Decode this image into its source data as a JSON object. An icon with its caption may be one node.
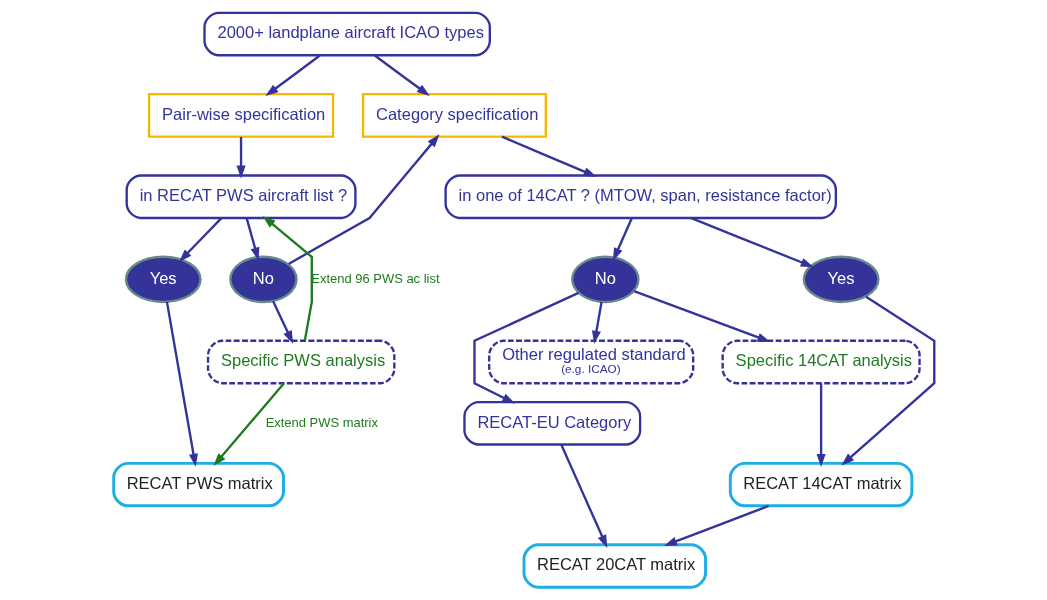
{
  "diagram": {
    "nodes": [
      {
        "text": [
          "2000+ landplane aircraft ICAO types"
        ]
      },
      {
        "text": [
          "in RECAT PWS aircraft list ?"
        ]
      },
      {
        "text": [
          "Pair-wise specification"
        ]
      },
      {
        "text": [
          "Category specification"
        ]
      },
      {
        "text": [
          "in one of 14CAT ? (MTOW, span, resistance factor)"
        ]
      },
      {
        "text": [
          "Yes"
        ]
      },
      {
        "text": [
          "No"
        ]
      },
      {
        "text": [
          "Yes"
        ]
      },
      {
        "text": [
          "No"
        ]
      },
      {
        "text": [
          "Specific 14CAT analysis"
        ]
      },
      {
        "text": [
          "RECAT 14CAT matrix"
        ]
      },
      {
        "text": [
          "RECAT-EU Category"
        ]
      },
      {
        "text": [
          "Other regulated standard",
          "(e.g. ICAO)"
        ]
      },
      {
        "text": [
          "RECAT PWS matrix"
        ]
      },
      {
        "text": [
          "Specific PWS analysis"
        ]
      },
      {
        "text": [
          "RECAT 20CAT matrix"
        ]
      }
    ],
    "edges": [
      {
        "from": 0,
        "to": 2,
        "arrow": "to"
      },
      {
        "from": 0,
        "to": 3,
        "arrow": "to"
      },
      {
        "from": 2,
        "to": 1,
        "arrow": "to"
      },
      {
        "from": 3,
        "to": 4,
        "arrow": "to"
      },
      {
        "from": 1,
        "to": 5,
        "arrow": "to"
      },
      {
        "from": 1,
        "to": 6,
        "arrow": "to"
      },
      {
        "from": 6,
        "to": 3,
        "arrow": "to"
      },
      {
        "from": 4,
        "to": 7,
        "arrow": "to"
      },
      {
        "from": 4,
        "to": 8,
        "arrow": "to"
      },
      {
        "from": 7,
        "to": 10,
        "arrow": "to"
      },
      {
        "from": 8,
        "to": 9,
        "arrow": "to"
      },
      {
        "from": 8,
        "to": 11,
        "arrow": "to"
      },
      {
        "from": 8,
        "to": 12,
        "arrow": "to"
      },
      {
        "from": 9,
        "to": 10,
        "arrow": "to"
      },
      {
        "from": 5,
        "to": 13,
        "arrow": "to"
      },
      {
        "from": 6,
        "to": 14,
        "arrow": "to"
      },
      {
        "from": 14,
        "to": 13,
        "arrow": "to",
        "label": "Extend PWS matrix",
        "color": "#1e7b1e"
      },
      {
        "from": 14,
        "to": 1,
        "arrow": "to",
        "label": "Extend 96 PWS ac list",
        "color": "#1e7b1e"
      },
      {
        "from": 10,
        "to": 15,
        "arrow": "to"
      },
      {
        "from": 11,
        "to": 15,
        "arrow": "to"
      }
    ]
  }
}
